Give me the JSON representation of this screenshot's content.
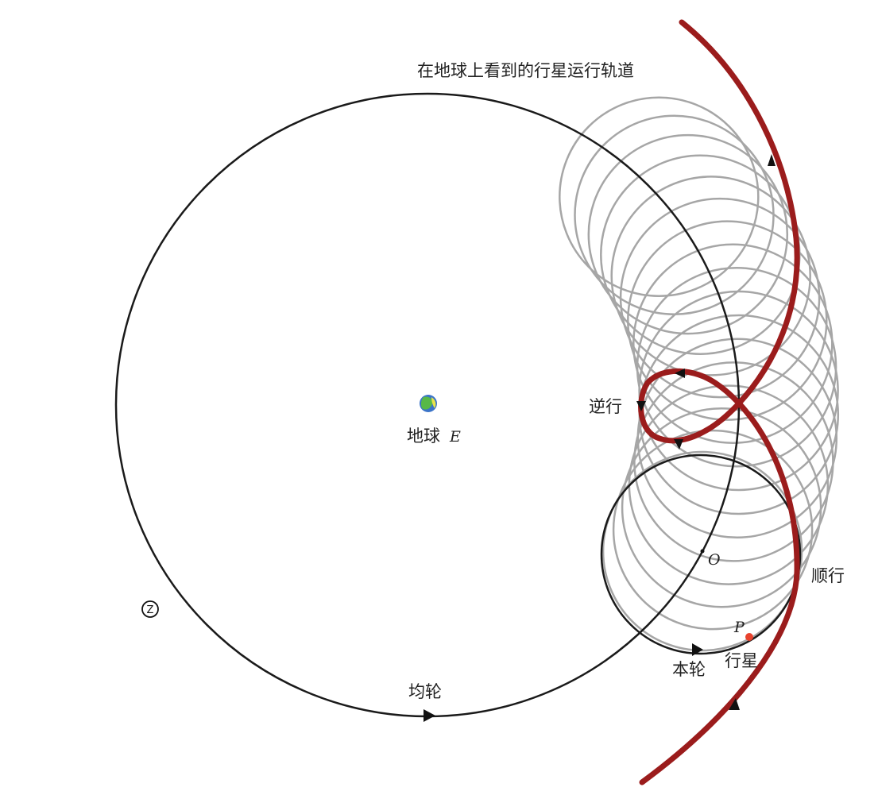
{
  "title": "在地球上看到的行星运行轨道",
  "labels": {
    "earth": "地球",
    "earth_symbol": "E",
    "deferent": "均轮",
    "epicycle": "本轮",
    "planet": "行星",
    "planet_symbol": "P",
    "epicycle_center_symbol": "O",
    "retrograde": "逆行",
    "prograde": "顺行",
    "zodiac_mark": "Z"
  },
  "colors": {
    "deferent": "#1a1a1a",
    "epicycle_trace": "#a6a6a6",
    "planet_path": "#9b1c1c",
    "planet": "#e8432e"
  }
}
